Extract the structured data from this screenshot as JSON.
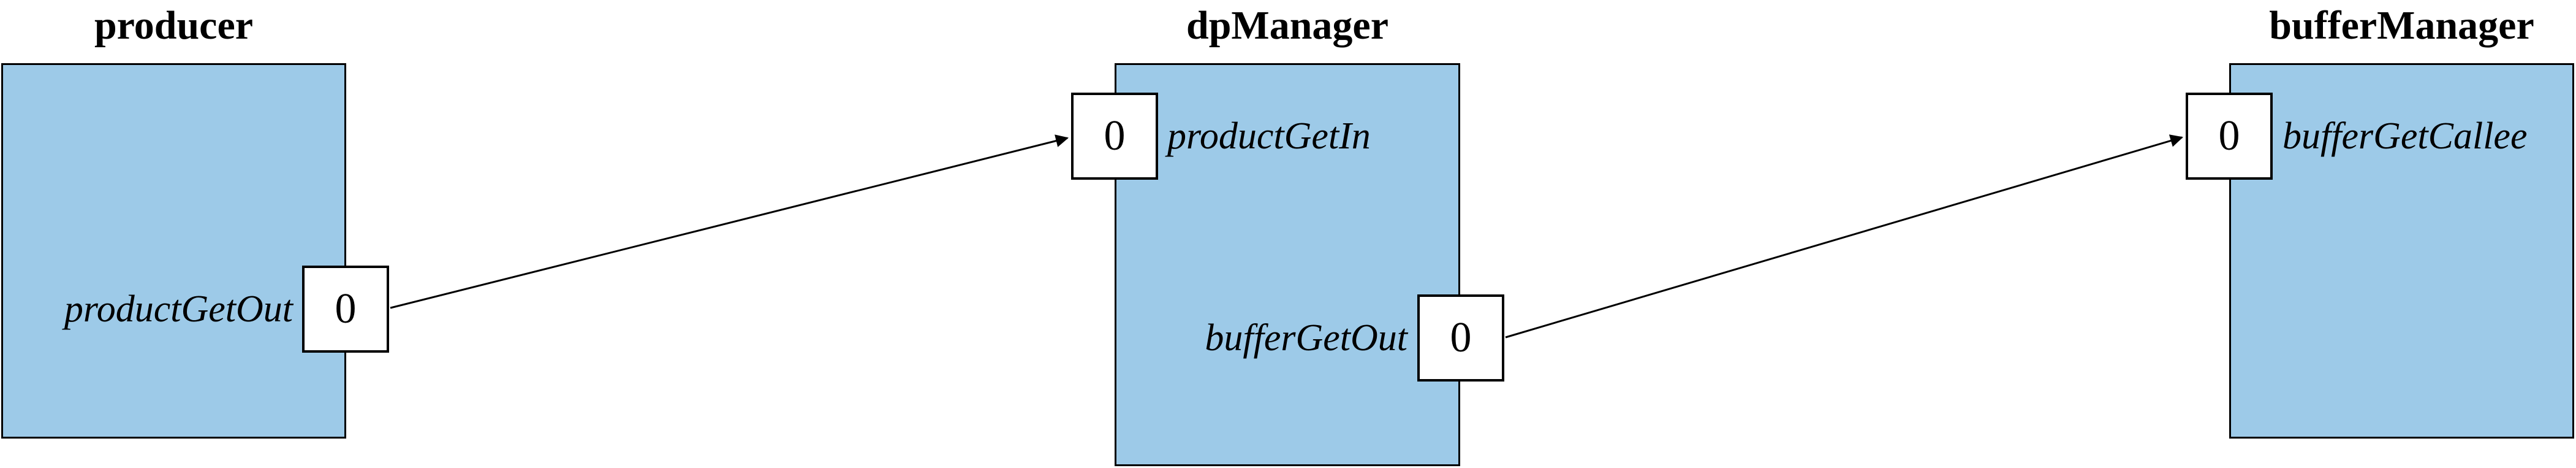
{
  "diagram": {
    "type": "module-port-connection-diagram",
    "colors": {
      "background": "#ffffff",
      "module_fill": "#9dcae8",
      "module_border": "#000000",
      "port_fill": "#ffffff",
      "port_border": "#000000",
      "wire": "#000000",
      "text": "#000000"
    },
    "modules": [
      {
        "title": "producer",
        "ports": [
          {
            "name": "productGetOut",
            "value": "0",
            "side": "right"
          }
        ]
      },
      {
        "title": "dpManager",
        "ports": [
          {
            "name": "productGetIn",
            "value": "0",
            "side": "left"
          },
          {
            "name": "bufferGetOut",
            "value": "0",
            "side": "right"
          }
        ]
      },
      {
        "title": "bufferManager",
        "ports": [
          {
            "name": "bufferGetCallee",
            "value": "0",
            "side": "left"
          }
        ]
      }
    ],
    "connections": [
      {
        "from": "producer.productGetOut",
        "to": "dpManager.productGetIn"
      },
      {
        "from": "dpManager.bufferGetOut",
        "to": "bufferManager.bufferGetCallee"
      }
    ]
  }
}
